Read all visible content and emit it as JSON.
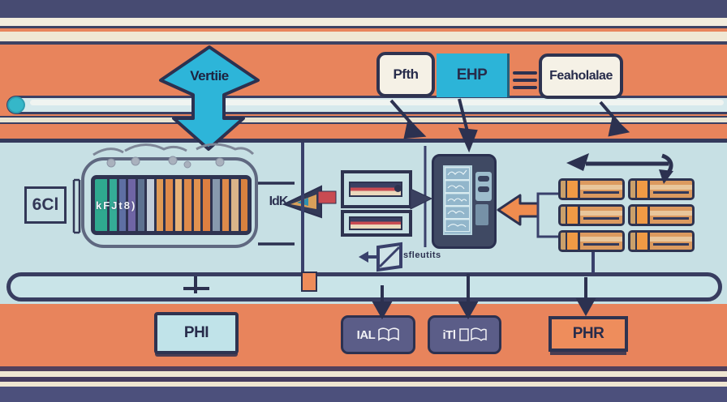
{
  "top": {
    "diamond_label": "Vertiie",
    "box1_label": "Pfth",
    "box2_label": "EHP",
    "box3_label": "Feaholalae"
  },
  "middle": {
    "left_label": "6Cl",
    "connector_label": "IdK",
    "spectrum_overlay_text": "kFJt8)",
    "spectrum_bars": [
      "#2fa98f",
      "#35ac96",
      "#5e6fa3",
      "#6f65a5",
      "#5d7290",
      "#c2cdd9",
      "#e09a55",
      "#df8a4a",
      "#e8b277",
      "#df8a4a",
      "#e2924f",
      "#de7f40",
      "#8799ad",
      "#df8a4a",
      "#d9b489",
      "#d9823f"
    ],
    "export_caption": "sfleutits"
  },
  "bottom": {
    "box_phi_label": "PHI",
    "box_ial_label": "IAL",
    "box_itl_label": "iTl",
    "box_phr_label": "PHR"
  },
  "colors": {
    "orange_band": "#e8845c",
    "blue_section": "#c7e0e4",
    "cyan_accent": "#2cb4d8",
    "navy_outline": "#2e3350",
    "purple_box": "#5b5d88",
    "red_accent": "#c94b52",
    "cream_stripe": "#f0e7d4"
  }
}
